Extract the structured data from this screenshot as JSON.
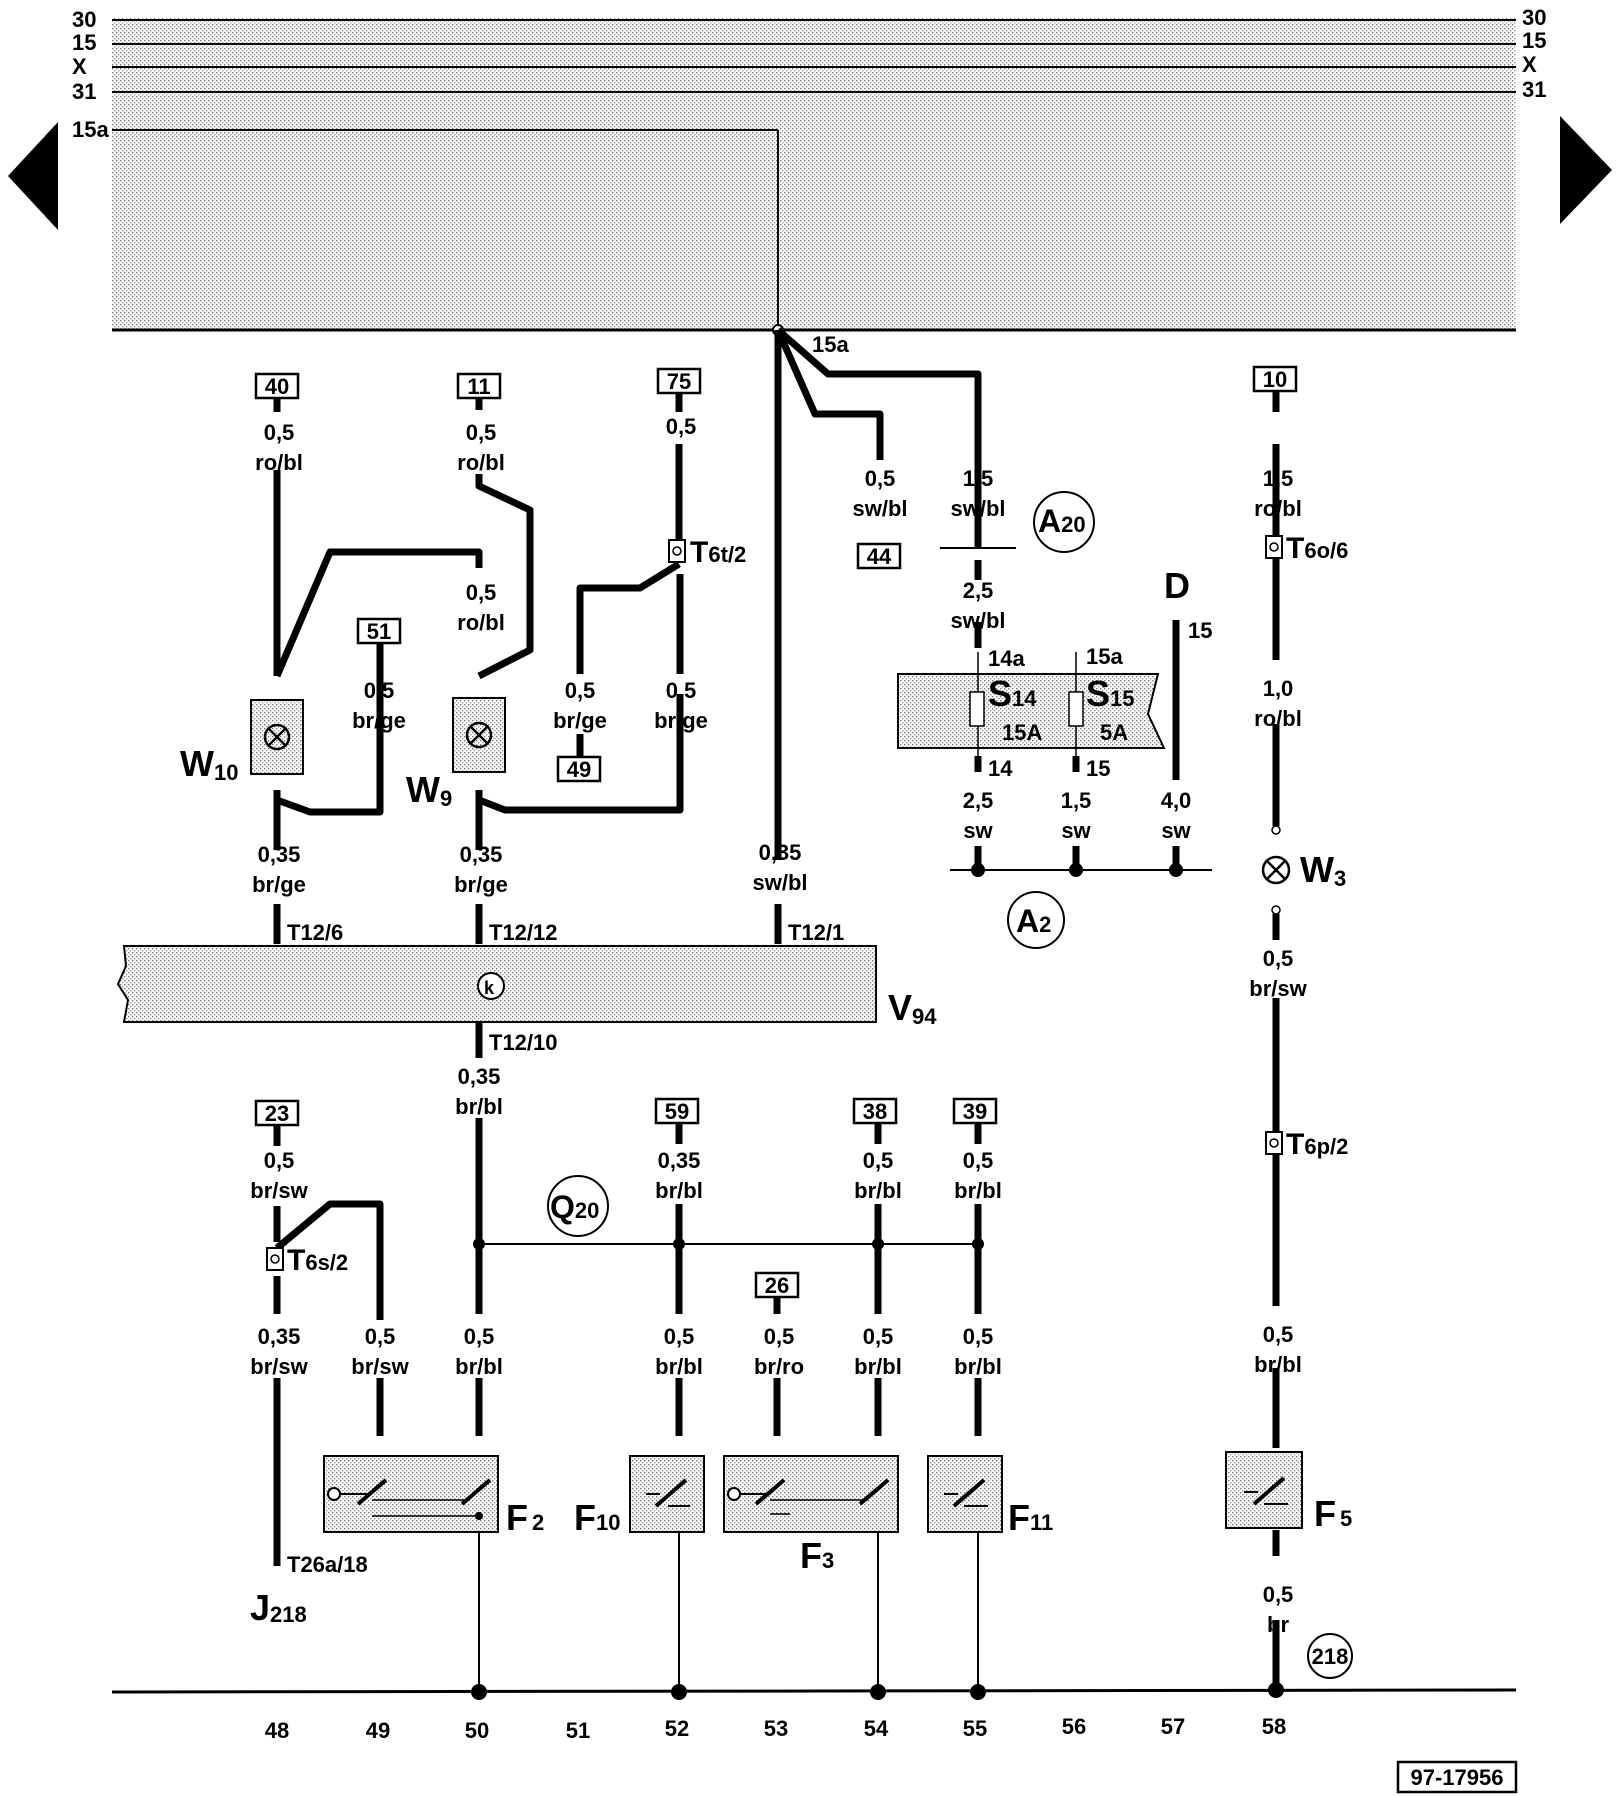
{
  "bus_labels": {
    "left": [
      "30",
      "15",
      "X",
      "31",
      "15a"
    ],
    "right": [
      "30",
      "15",
      "X",
      "31"
    ]
  },
  "junction_label": "15a",
  "connectors": [
    "40",
    "11",
    "75",
    "44",
    "51",
    "49",
    "10",
    "23",
    "59",
    "38",
    "39",
    "26"
  ],
  "wires": {
    "w1": {
      "size": "0,5",
      "color": "ro/bl"
    },
    "w2": {
      "size": "0,5",
      "color": "ro/bl"
    },
    "w3": {
      "size": "0,5",
      "color": ""
    },
    "w4": {
      "size": "0,5",
      "color": "sw/bl"
    },
    "w5": {
      "size": "1,5",
      "color": "sw/bl"
    },
    "w6": {
      "size": "0,5",
      "color": "ro/bl"
    },
    "w7": {
      "size": "0,5",
      "color": "br/ge"
    },
    "w8": {
      "size": "0,5",
      "color": "br/ge"
    },
    "w9": {
      "size": "0,5",
      "color": "br/ge"
    },
    "w10": {
      "size": "2,5",
      "color": "sw/bl"
    },
    "w11": {
      "size": "2,5",
      "color": "sw"
    },
    "w12": {
      "size": "1,5",
      "color": "sw"
    },
    "w13": {
      "size": "4,0",
      "color": "sw"
    },
    "w14": {
      "size": "1,5",
      "color": "ro/bl"
    },
    "w15": {
      "size": "1,0",
      "color": "ro/bl"
    },
    "w16": {
      "size": "0,35",
      "color": "br/ge"
    },
    "w17": {
      "size": "0,35",
      "color": "br/ge"
    },
    "w18": {
      "size": "0,35",
      "color": "sw/bl"
    },
    "w19": {
      "size": "0,5",
      "color": "br/sw"
    },
    "w20": {
      "size": "0,35",
      "color": "br/bl"
    },
    "w21": {
      "size": "0,5",
      "color": "br/sw"
    },
    "w22": {
      "size": "0,35",
      "color": "br/bl"
    },
    "w23": {
      "size": "0,5",
      "color": "br/bl"
    },
    "w24": {
      "size": "0,5",
      "color": "br/bl"
    },
    "w25": {
      "size": "0,35",
      "color": "br/sw"
    },
    "w26": {
      "size": "0,5",
      "color": "br/sw"
    },
    "w27": {
      "size": "0,5",
      "color": "br/bl"
    },
    "w28": {
      "size": "0,5",
      "color": "br/bl"
    },
    "w29": {
      "size": "0,5",
      "color": "br/ro"
    },
    "w30": {
      "size": "0,5",
      "color": "br/bl"
    },
    "w31": {
      "size": "0,5",
      "color": "br/bl"
    },
    "w32": {
      "size": "0,5",
      "color": "br/bl"
    },
    "w33": {
      "size": "0,5",
      "color": "br"
    }
  },
  "components": {
    "W10": {
      "letter": "W",
      "sub": "10"
    },
    "W9": {
      "letter": "W",
      "sub": "9"
    },
    "W3": {
      "letter": "W",
      "sub": "3"
    },
    "V94": {
      "letter": "V",
      "sub": "94"
    },
    "F2": {
      "letter": "F",
      "sub": "2"
    },
    "F10": {
      "letter": "F",
      "sub": "10"
    },
    "F3": {
      "letter": "F",
      "sub": "3"
    },
    "F11": {
      "letter": "F",
      "sub": "11"
    },
    "F5": {
      "letter": "F",
      "sub": "5"
    },
    "J218": {
      "letter": "J",
      "sub": "218"
    },
    "D": {
      "letter": "D",
      "sub": ""
    },
    "S14": {
      "letter": "S",
      "sub": "14",
      "rating": "15A"
    },
    "S15": {
      "letter": "S",
      "sub": "15",
      "rating": "5A"
    }
  },
  "circles": {
    "A20": {
      "letter": "A",
      "sub": "20"
    },
    "A2": {
      "letter": "A",
      "sub": "2"
    },
    "Q20": {
      "letter": "Q",
      "sub": "20"
    },
    "ref218": {
      "text": "218"
    }
  },
  "plug_labels": {
    "T6t2": {
      "main": "T",
      "sub": "6t/2"
    },
    "T6o6": {
      "main": "T",
      "sub": "6o/6"
    },
    "T6p2": {
      "main": "T",
      "sub": "6p/2"
    },
    "T6s2": {
      "main": "T",
      "sub": "6s/2"
    }
  },
  "pin_labels": {
    "T12_6": "T12/6",
    "T12_12": "T12/12",
    "T12_1": "T12/1",
    "T12_10": "T12/10",
    "T26a18": "T26a/18",
    "p14a": "14a",
    "p15a": "15a",
    "p14": "14",
    "p15": "15",
    "d15": "15"
  },
  "columns": [
    "48",
    "49",
    "50",
    "51",
    "52",
    "53",
    "54",
    "55",
    "56",
    "57",
    "58"
  ],
  "ref_number": "97-17956"
}
